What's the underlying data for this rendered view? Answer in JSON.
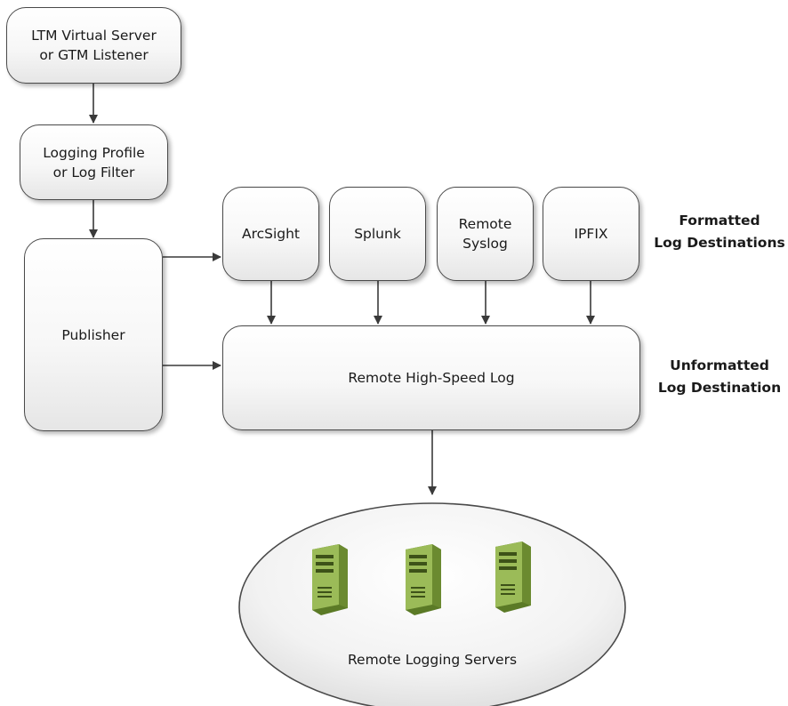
{
  "nodes": {
    "virtual_server": "LTM Virtual Server\nor GTM Listener",
    "logging_profile": "Logging Profile\nor Log Filter",
    "publisher": "Publisher",
    "arcsight": "ArcSight",
    "splunk": "Splunk",
    "remote_syslog": "Remote\nSyslog",
    "ipfix": "IPFIX",
    "remote_hsl": "Remote High-Speed Log",
    "remote_logging_servers": "Remote Logging Servers"
  },
  "labels": {
    "formatted": "Formatted\nLog Destinations",
    "unformatted": "Unformatted\nLog Destination"
  },
  "server_icons": [
    "server-icon",
    "server-icon",
    "server-icon"
  ],
  "colors": {
    "border": "#4a4a4a",
    "arrow": "#3a3a3a",
    "server_green": "#8fae4e",
    "server_dark": "#5b7a26"
  }
}
